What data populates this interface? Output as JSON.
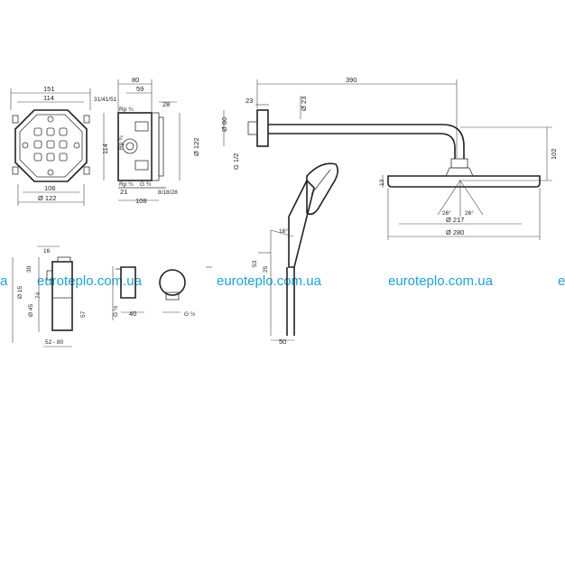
{
  "watermark": {
    "left": "a",
    "items": [
      "euroteplo.com.ua",
      "euroteplo.com.ua",
      "euroteplo.com.ua"
    ],
    "right": "e",
    "color": "#1ba3d6"
  },
  "box_front": {
    "w_outer": "151",
    "w_inner": "114",
    "w_bottom": "106",
    "diameter": "Ø 122"
  },
  "box_side": {
    "w_top": "80",
    "w_59": "59",
    "depth_label": "31/41/51",
    "rp1": "Rp ¾",
    "rp2": "Rp ¾",
    "h114": "114",
    "h28": "28",
    "diameter": "Ø 122",
    "bottom_21": "21",
    "bottom_108": "108",
    "bottom_range": "8/18/28",
    "side_rp": "Rp ¾",
    "g34": "G ¾"
  },
  "arm": {
    "w390": "390",
    "w23": "23",
    "d23": "Ø 23",
    "d80": "Ø 80",
    "g12": "G 1/2"
  },
  "overhead": {
    "h102": "102",
    "h13": "13",
    "a26a": "26°",
    "a26b": "26°",
    "d217": "Ø 217",
    "d280": "Ø 280"
  },
  "handshower": {
    "angle": "16°",
    "h53": "53",
    "h25": "25",
    "w50": "50"
  },
  "mixer": {
    "w16": "16",
    "h30": "30",
    "d15": "Ø 15",
    "d45": "Ø 45",
    "h74": "74",
    "h57": "57",
    "w52_80": "52 - 80"
  },
  "elbow": {
    "g12a": "G ½",
    "w40": "40",
    "g12b": "G ½"
  }
}
